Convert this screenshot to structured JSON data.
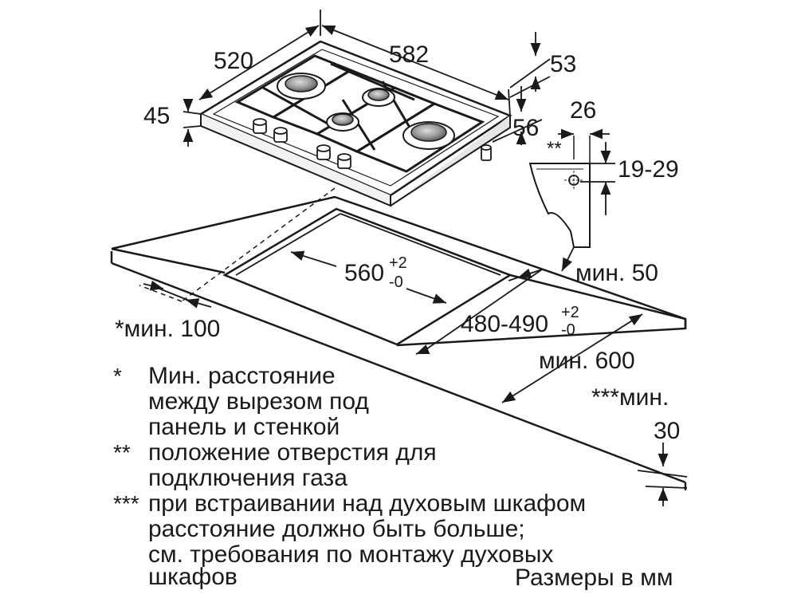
{
  "dimensions": {
    "depth": "520",
    "width": "582",
    "thickness": "45",
    "burner_offset": "53",
    "side_offset": "56",
    "gas_depth": "26",
    "gas_height": "19-29",
    "gas_marker": "**",
    "cutout_width": "560",
    "cutout_width_tol_plus": "+2",
    "cutout_width_tol_minus": "-0",
    "cutout_depth": "480-490",
    "cutout_depth_tol_plus": "+2",
    "cutout_depth_tol_minus": "-0",
    "min_wall": "*мин. 100",
    "min_front": "мин. 50",
    "min_worktop": "мин. 600",
    "min_oven_label": "***мин.",
    "min_oven_value": "30"
  },
  "notes": [
    {
      "marker": "*",
      "lines": [
        "Мин. расстояние",
        "между вырезом под",
        "панель и стенкой"
      ]
    },
    {
      "marker": "**",
      "lines": [
        "положение отверстия для",
        "подключения газа"
      ]
    },
    {
      "marker": "***",
      "lines": [
        "при встраивании над духовым шкафом",
        "расстояние должно быть больше;",
        "см. требования по монтажу духовых",
        "шкафов"
      ]
    }
  ],
  "units_label": "Размеры в мм"
}
